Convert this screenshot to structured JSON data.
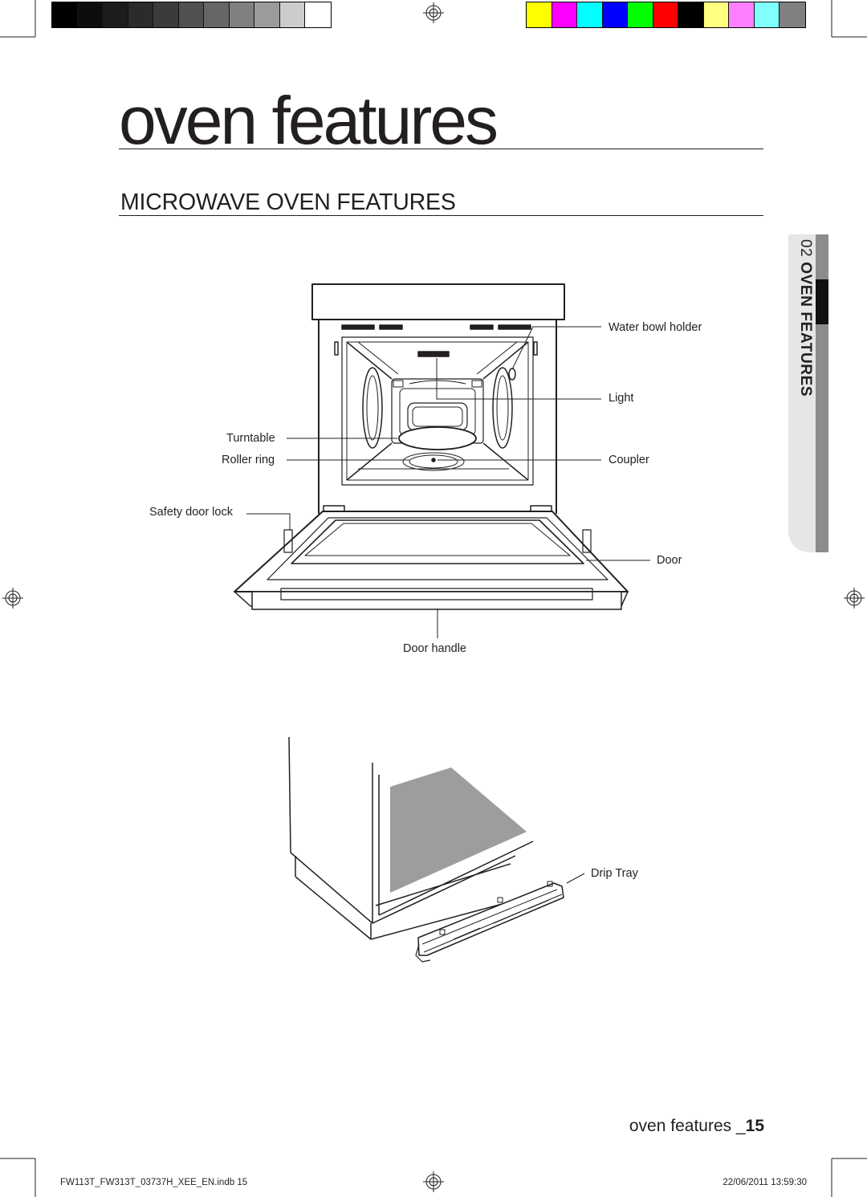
{
  "print_marks": {
    "grey_swatches": [
      "#000000",
      "#0d0d0d",
      "#1c1c1c",
      "#2b2b2b",
      "#3b3b3b",
      "#505050",
      "#666666",
      "#808080",
      "#9b9b9b",
      "#cccccc",
      "#ffffff"
    ],
    "color_swatches": [
      "#ffff00",
      "#ff00ff",
      "#00ffff",
      "#0000ff",
      "#00ff00",
      "#ff0000",
      "#000000",
      "#ffff80",
      "#ff80ff",
      "#80ffff",
      "#808080"
    ]
  },
  "page": {
    "chapter_title": "oven features",
    "section_title": "MICROWAVE OVEN FEATURES",
    "side_tab": {
      "number": "02",
      "label": "OVEN FEATURES"
    }
  },
  "diagram_labels": {
    "water_bowl_holder": "Water bowl holder",
    "light": "Light",
    "turntable": "Turntable",
    "roller_ring": "Roller ring",
    "coupler": "Coupler",
    "safety_door_lock": "Safety door lock",
    "door": "Door",
    "door_handle": "Door handle",
    "drip_tray": "Drip Tray"
  },
  "footer": {
    "title": "oven features _",
    "page_number": "15",
    "slug_file": "FW113T_FW313T_03737H_XEE_EN.indb   15",
    "slug_date": "22/06/2011   13:59:30"
  }
}
